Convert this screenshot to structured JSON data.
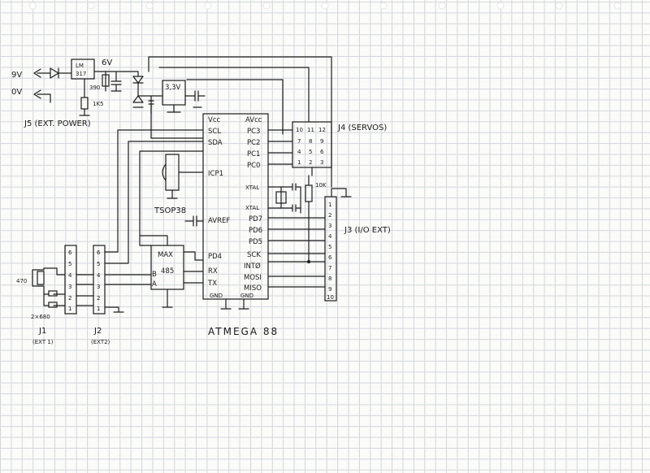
{
  "power": {
    "in_9v": "9V",
    "in_0v": "0V",
    "reg_name_1": "LM",
    "reg_name_2": "317",
    "out_6v": "6V",
    "r390": "390",
    "r1k5": "1K5",
    "reg33": "3,3V",
    "j5_label": "J5 (EXT. POWER)"
  },
  "mcu": {
    "name": "ATMEGA 88",
    "left_pins": [
      "Vcc",
      "SCL",
      "SDA",
      "ICP1",
      "AVREF",
      "PD4",
      "RX",
      "TX",
      "GND"
    ],
    "right_pins": [
      "AVcc",
      "PC3",
      "PC2",
      "PC1",
      "PC0",
      "XTAL",
      "XTAL",
      "PD7",
      "PD6",
      "PD5",
      "SCK",
      "INTØ",
      "MOSI",
      "MISO",
      "GND"
    ]
  },
  "sensor": {
    "label": "TSOP38"
  },
  "max485": {
    "name_1": "MAX",
    "name_2": "485",
    "pin_b": "B",
    "pin_a": "A"
  },
  "j4": {
    "label": "J4 (SERVOS)",
    "rows": [
      [
        "10",
        "11",
        "12"
      ],
      [
        "7",
        "8",
        "9"
      ],
      [
        "4",
        "5",
        "6"
      ],
      [
        "1",
        "2",
        "3"
      ]
    ]
  },
  "j3": {
    "label": "J3 (I/O EXT)",
    "pins": [
      "1",
      "2",
      "3",
      "4",
      "5",
      "6",
      "7",
      "8",
      "9",
      "10"
    ],
    "r10k": "10K"
  },
  "j1": {
    "label": "J1",
    "sub": "(EXT 1)",
    "pins": [
      "6",
      "5",
      "4",
      "3",
      "2",
      "1"
    ],
    "r470": "470",
    "r680": "2×680"
  },
  "j2": {
    "label": "J2",
    "sub": "(EXT2)",
    "pins": [
      "6",
      "5",
      "4",
      "3",
      "2",
      "1"
    ]
  }
}
